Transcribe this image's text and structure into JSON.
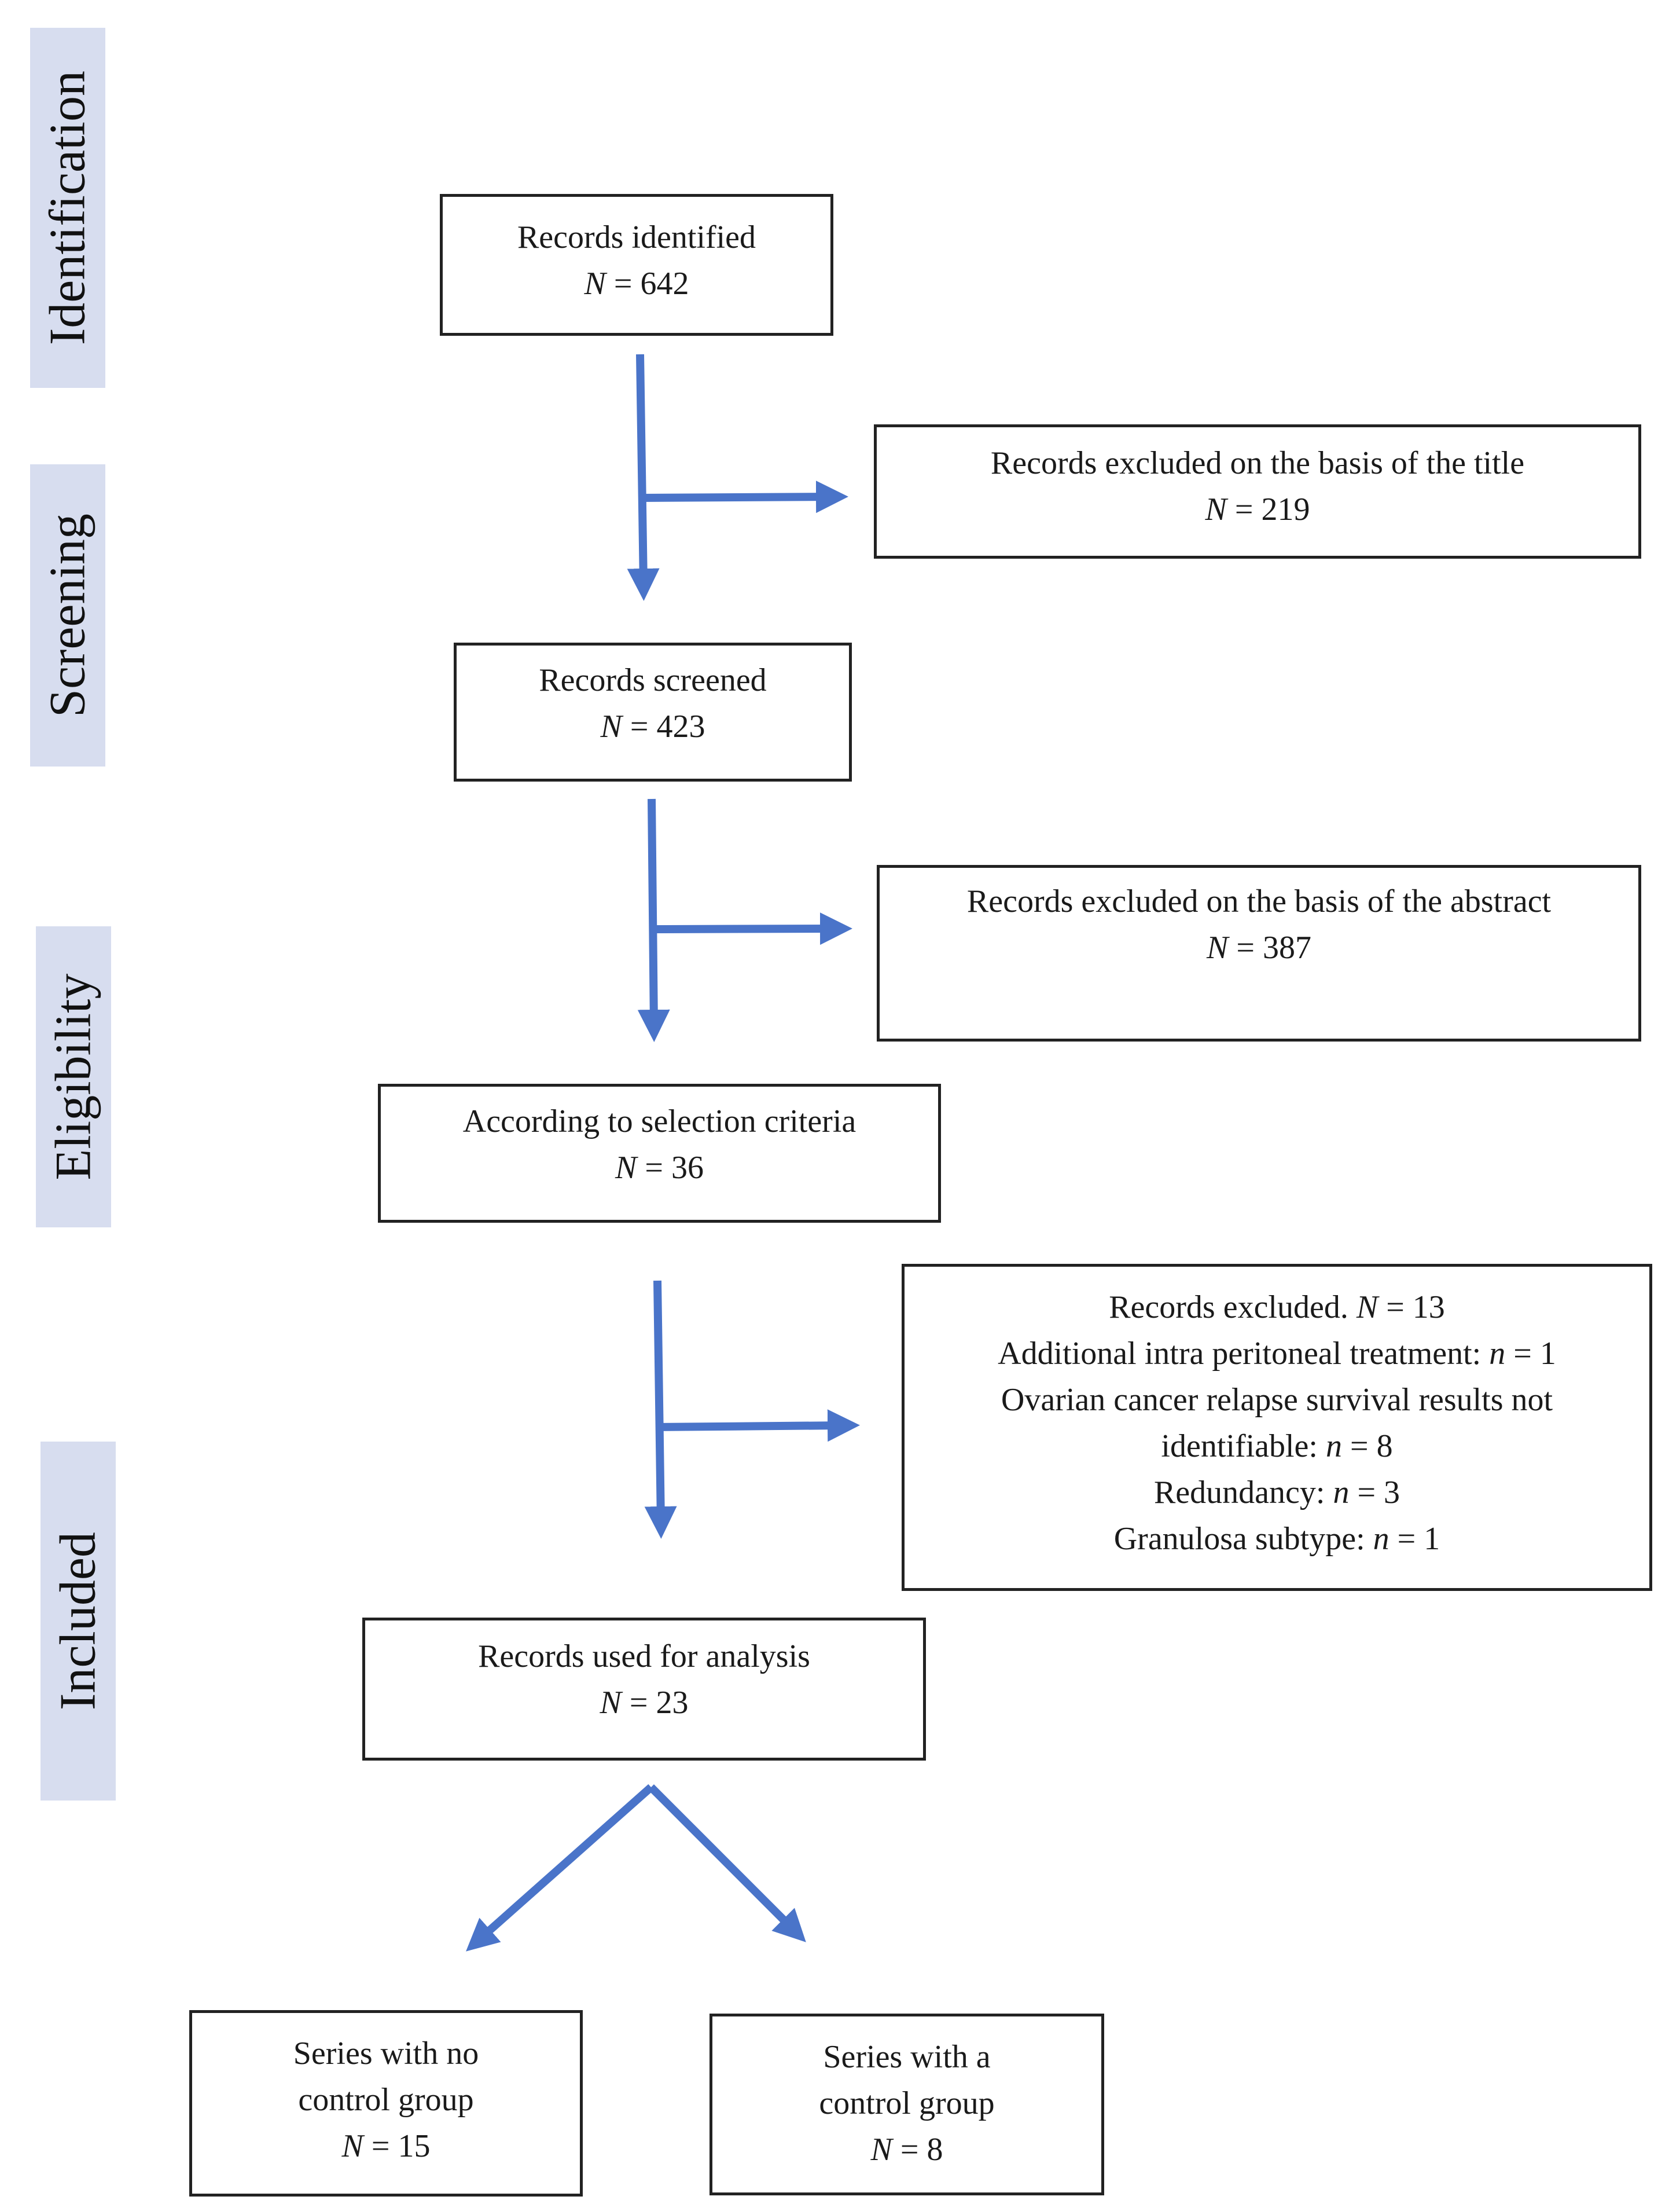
{
  "stages": {
    "identification": "Identification",
    "screening": "Screening",
    "eligibility": "Eligibility",
    "included": "Included"
  },
  "boxes": {
    "identified": {
      "title": "Records identified",
      "n_symbol": "N",
      "n_text": "= 642"
    },
    "excluded_title": {
      "title": "Records excluded on the basis of the title",
      "n_symbol": "N",
      "n_text": "= 219"
    },
    "screened": {
      "title": "Records screened",
      "n_symbol": "N",
      "n_text": "= 423"
    },
    "excluded_abstract": {
      "title": "Records excluded on the basis of the abstract",
      "n_symbol": "N",
      "n_text": "= 387"
    },
    "selection": {
      "title": "According to selection criteria",
      "n_symbol": "N",
      "n_text": "= 36"
    },
    "excluded_13": {
      "line1_prefix": "Records excluded.",
      "line1_n": "N",
      "line1_suffix": "= 13",
      "line2_prefix": "Additional intra peritoneal treatment:",
      "line2_n": "n",
      "line2_suffix": "= 1",
      "line3": "Ovarian cancer relapse survival results not",
      "line4_prefix": "identifiable:",
      "line4_n": "n",
      "line4_suffix": "= 8",
      "line5_prefix": "Redundancy:",
      "line5_n": "n",
      "line5_suffix": "= 3",
      "line6_prefix": "Granulosa subtype:",
      "line6_n": "n",
      "line6_suffix": "= 1"
    },
    "analysis": {
      "title": "Records used for analysis",
      "n_symbol": "N",
      "n_text": "= 23"
    },
    "no_control": {
      "line1": "Series with no",
      "line2": "control group",
      "n_symbol": "N",
      "n_text": "= 15"
    },
    "with_control": {
      "line1": "Series with a",
      "line2": "control group",
      "n_symbol": "N",
      "n_text": "= 8"
    }
  },
  "colors": {
    "stage_bar": "#d7ddef",
    "arrow": "#4a74c9",
    "box_border": "#222222"
  }
}
